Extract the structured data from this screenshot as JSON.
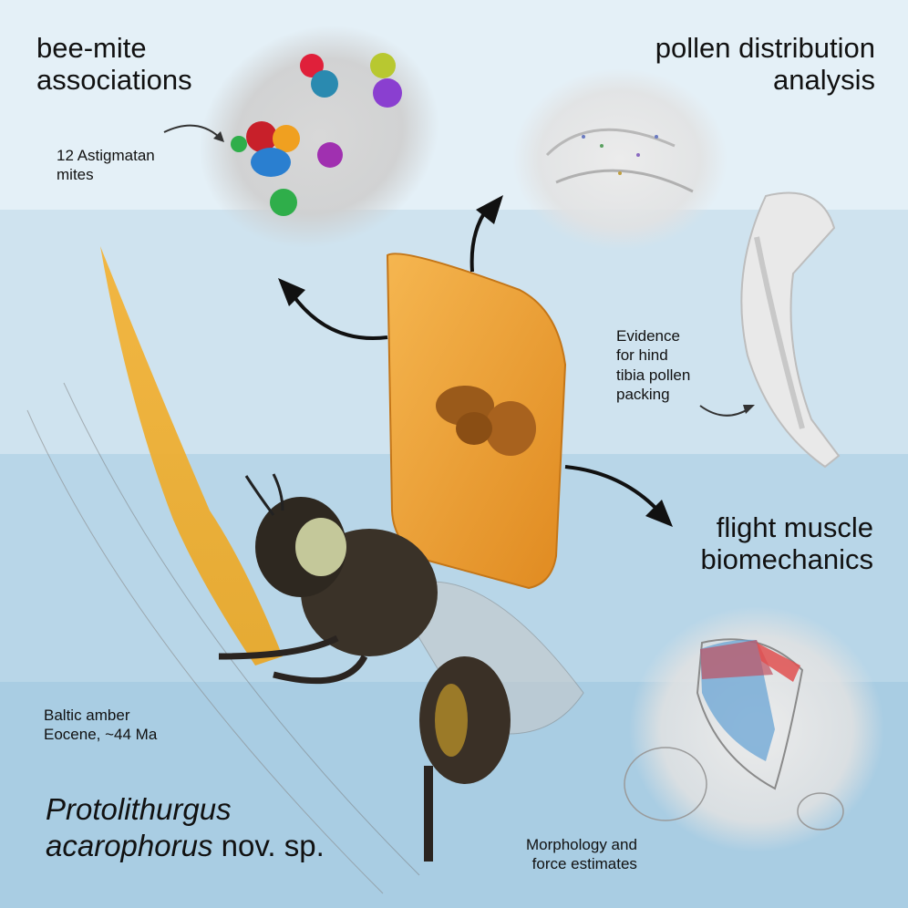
{
  "headings": {
    "bee_mite": [
      "bee-mite",
      "associations"
    ],
    "pollen": [
      "pollen distribution",
      "analysis"
    ],
    "flight": [
      "flight muscle",
      "biomechanics"
    ]
  },
  "annotations": {
    "mites": [
      "12 Astigmatan",
      "mites"
    ],
    "tibia": [
      "Evidence",
      "for hind",
      "tibia pollen",
      "packing"
    ],
    "amber": [
      "Baltic amber",
      "Eocene, ~44 Ma"
    ],
    "morphology": [
      "Morphology and",
      "force estimates"
    ]
  },
  "species": {
    "genus": "Protolithurgus",
    "epithet": "acarophorus",
    "suffix": " nov. sp."
  },
  "colors": {
    "amber": "#e8a23a",
    "mite_red": "#d8242c",
    "mite_blue": "#2a7fd0",
    "mite_green": "#2fae4a",
    "mite_purple": "#8a3fd0",
    "mite_orange": "#f0a020"
  }
}
